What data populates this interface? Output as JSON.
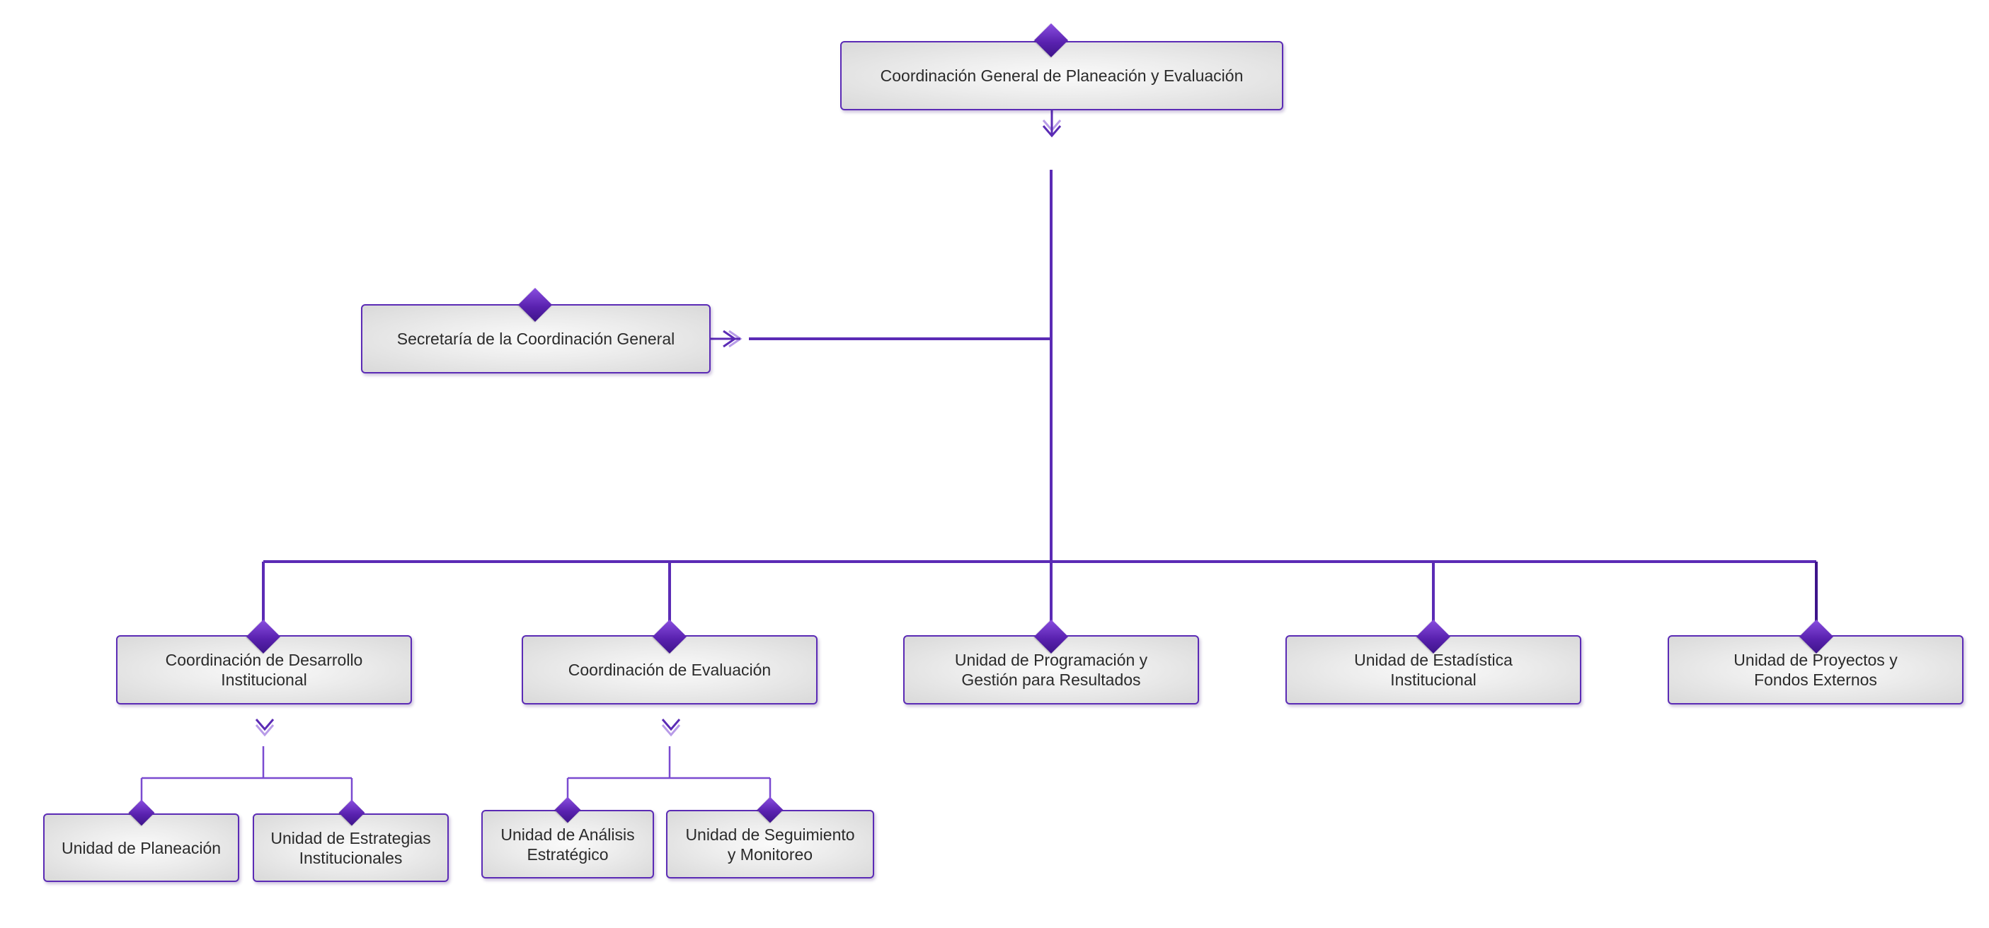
{
  "diagram": {
    "root": {
      "label": "Coordinación General de Planeación y Evaluación"
    },
    "secretaria": {
      "label": "Secretaría de la Coordinación General"
    },
    "level2": [
      {
        "label": "Coordinación de Desarrollo\nInstitucional"
      },
      {
        "label": "Coordinación de Evaluación"
      },
      {
        "label": "Unidad de Programación y\nGestión para Resultados"
      },
      {
        "label": "Unidad de Estadística\nInstitucional"
      },
      {
        "label": "Unidad de Proyectos y\nFondos Externos"
      }
    ],
    "level3_desarrollo": [
      {
        "label": "Unidad de Planeación"
      },
      {
        "label": "Unidad de Estrategias\nInstitucionales"
      }
    ],
    "level3_evaluacion": [
      {
        "label": "Unidad de Análisis\nEstratégico"
      },
      {
        "label": "Unidad de Seguimiento\ny Monitoreo"
      }
    ]
  },
  "colors": {
    "line": "#5b2bb5",
    "line_dark": "#3e148a",
    "chevron": "#b89be8",
    "box_border": "#5b2bb5"
  }
}
